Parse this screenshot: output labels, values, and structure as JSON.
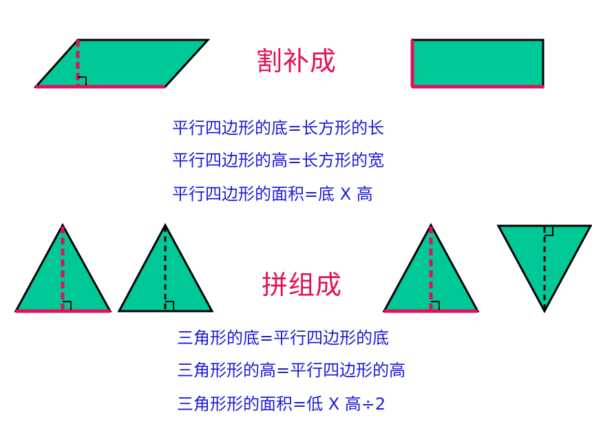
{
  "section1": {
    "title": "割补成",
    "lines": [
      "平行四边形的底=长方形的长",
      "平行四边形的高=长方形的宽",
      "平行四边形的面积=底 X 高"
    ]
  },
  "section2": {
    "title": "拼组成",
    "lines": [
      "三角形的底=平行四边形的底",
      "三角形形的高=平行四边形的高",
      "三角形形的面积=低 X 高÷2"
    ]
  },
  "colors": {
    "fill": "#00c896",
    "edge": "#000000",
    "accent": "#e0105a",
    "text": "#1b1bd8"
  }
}
